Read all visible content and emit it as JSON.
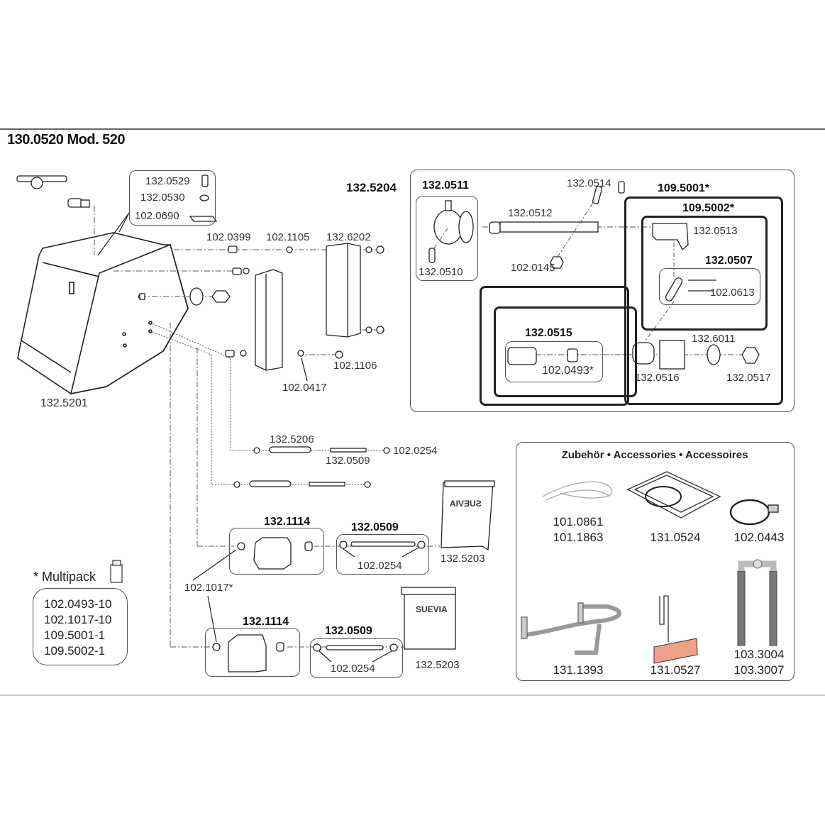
{
  "title": "130.0520 Mod. 520",
  "main_parts": {
    "frame": "132.5201",
    "bolt_set": [
      "132.0529",
      "132.0530",
      "102.0690"
    ],
    "bolt_top": "102.0399",
    "washer_top": "102.1105",
    "bracket_right": "132.6202",
    "nut": "102.1106",
    "washer_mid": "102.0417",
    "rod_1": "132.5206",
    "rod_2": "132.0509",
    "rod_nut": "102.0254"
  },
  "assembly_132_5204": {
    "title": "132.5204",
    "sub_0511": {
      "title": "132.0511",
      "screw": "132.0510"
    },
    "shaft": "132.0512",
    "screw_0514": "132.0514",
    "nut_0145": "102.0145",
    "group_5001": "109.5001*",
    "group_5002": "109.5002*",
    "plate": "132.0513",
    "sub_0507": {
      "title": "132.0507",
      "pin": "102.0613"
    },
    "sub_0515": {
      "title": "132.0515",
      "bush": "102.0493*"
    },
    "valve_body": "132.0516",
    "gasket": "132.6011",
    "lock_nut": "132.0517"
  },
  "lower_assemblies": [
    {
      "valve_title": "132.1114",
      "rod_title": "132.0509",
      "rod_nuts": "102.0254",
      "cover": "132.5203",
      "cover_brand": "SUEVIA",
      "bush": "102.1017*"
    },
    {
      "valve_title": "132.1114",
      "rod_title": "132.0509",
      "rod_nuts": "102.0254",
      "cover": "132.5203",
      "cover_brand": "SUEVIA"
    }
  ],
  "multipack": {
    "label": "* Multipack",
    "items": [
      "102.0493-10",
      "102.1017-10",
      "109.5001-1",
      "109.5002-1"
    ]
  },
  "accessories": {
    "title": "Zubehör • Accessories • Accessoires",
    "items": [
      {
        "codes": [
          "101.0861",
          "101.1863"
        ],
        "icon": "cable-icon"
      },
      {
        "codes": [
          "131.0524"
        ],
        "icon": "heating-plate-icon"
      },
      {
        "codes": [
          "102.0443"
        ],
        "icon": "heating-cable-icon"
      },
      {
        "codes": [
          "131.1393"
        ],
        "icon": "pipe-rail-icon"
      },
      {
        "codes": [
          "131.0527"
        ],
        "icon": "heater-element-icon"
      },
      {
        "codes": [
          "103.3004",
          "103.3007"
        ],
        "icon": "u-pipe-icon"
      }
    ],
    "heater_color": "#f0a088"
  }
}
